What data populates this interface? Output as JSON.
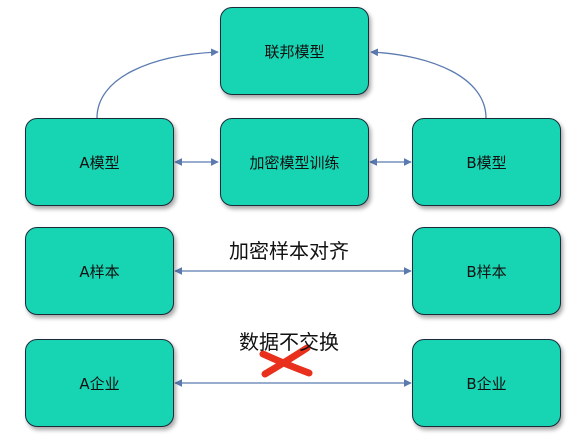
{
  "nodes": {
    "federated_model": "联邦模型",
    "a_model": "A模型",
    "encrypted_training": "加密模型训练",
    "b_model": "B模型",
    "a_sample": "A样本",
    "b_sample": "B样本",
    "a_company": "A企业",
    "b_company": "B企业"
  },
  "labels": {
    "sample_alignment": "加密样本对齐",
    "no_exchange": "数据不交换"
  },
  "colors": {
    "node_fill": "#17d4b2",
    "node_border": "#1b2b3a",
    "connector": "#5b7bb0",
    "cross_mark": "#e8301c"
  }
}
